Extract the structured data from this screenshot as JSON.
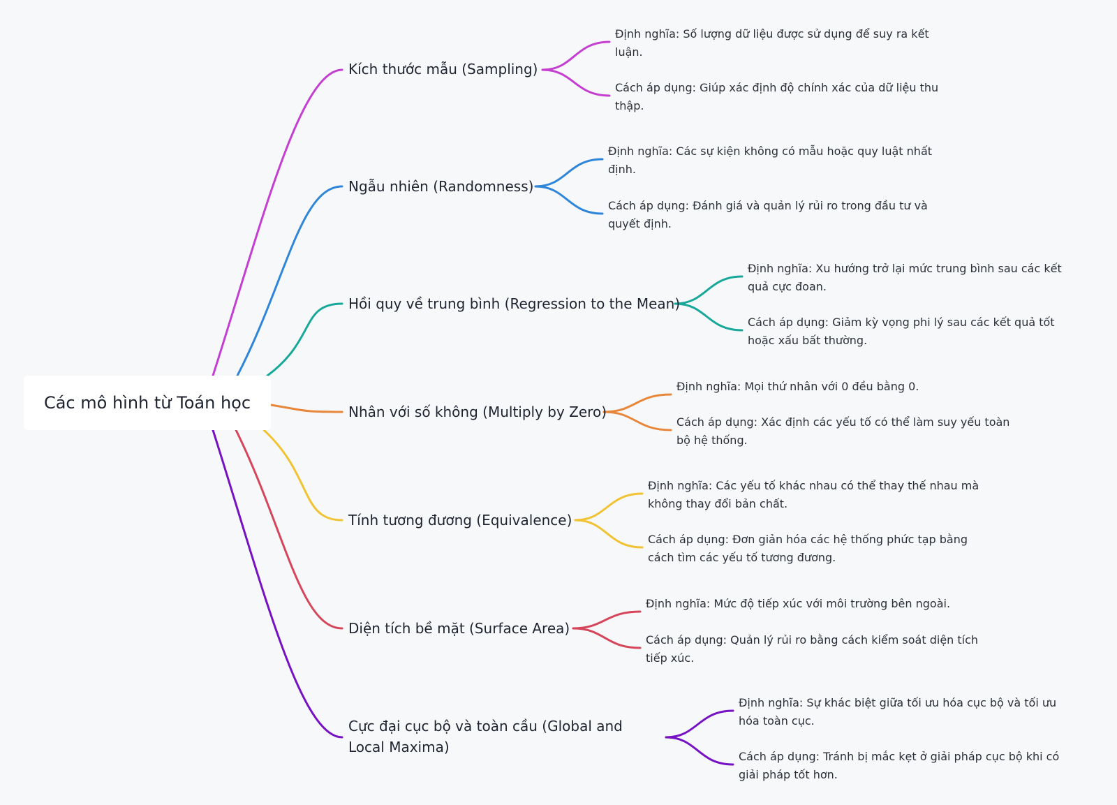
{
  "root": {
    "label": "Các mô hình từ Toán học"
  },
  "branches": [
    {
      "label": "Kích thước mẫu (Sampling)",
      "color": "#c43fd1",
      "children": [
        "Định nghĩa: Số lượng dữ liệu được sử dụng để suy ra kết luận.",
        "Cách áp dụng: Giúp xác định độ chính xác của dữ liệu thu thập."
      ]
    },
    {
      "label": "Ngẫu nhiên (Randomness)",
      "color": "#2f86d9",
      "children": [
        "Định nghĩa: Các sự kiện không có mẫu hoặc quy luật nhất định.",
        "Cách áp dụng: Đánh giá và quản lý rủi ro trong đầu tư và quyết định."
      ]
    },
    {
      "label": "Hồi quy về trung bình (Regression to the Mean)",
      "color": "#17a89a",
      "children": [
        "Định nghĩa: Xu hướng trở lại mức trung bình sau các kết quả cực đoan.",
        "Cách áp dụng: Giảm kỳ vọng phi lý sau các kết quả tốt hoặc xấu bất thường."
      ]
    },
    {
      "label": "Nhân với số không (Multiply by Zero)",
      "color": "#e8873a",
      "children": [
        "Định nghĩa: Mọi thứ nhân với 0 đều bằng 0.",
        "Cách áp dụng: Xác định các yếu tố có thể làm suy yếu toàn bộ hệ thống."
      ]
    },
    {
      "label": "Tính tương đương (Equivalence)",
      "color": "#f1c232",
      "children": [
        "Định nghĩa: Các yếu tố khác nhau có thể thay thế nhau mà không thay đổi bản chất.",
        "Cách áp dụng: Đơn giản hóa các hệ thống phức tạp bằng cách tìm các yếu tố tương đương."
      ]
    },
    {
      "label": "Diện tích bề mặt (Surface Area)",
      "color": "#d6465a",
      "children": [
        "Định nghĩa: Mức độ tiếp xúc với môi trường bên ngoài.",
        "Cách áp dụng: Quản lý rủi ro bằng cách kiểm soát diện tích tiếp xúc."
      ]
    },
    {
      "label": "Cực đại cục bộ và toàn cầu (Global and Local Maxima)",
      "color": "#7612c4",
      "children": [
        "Định nghĩa: Sự khác biệt giữa tối ưu hóa cục bộ và tối ưu hóa toàn cục.",
        "Cách áp dụng: Tránh bị mắc kẹt ở giải pháp cục bộ khi có giải pháp tốt hơn."
      ]
    }
  ]
}
